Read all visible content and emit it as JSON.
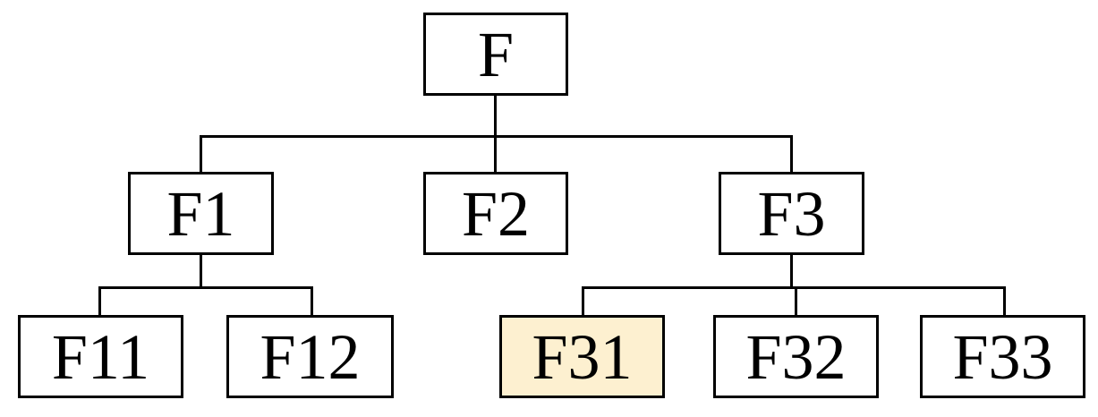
{
  "diagram": {
    "type": "tree",
    "highlight_color": "#fdf0d0",
    "nodes": {
      "root": {
        "label": "F"
      },
      "f1": {
        "label": "F1"
      },
      "f2": {
        "label": "F2"
      },
      "f3": {
        "label": "F3"
      },
      "f11": {
        "label": "F11"
      },
      "f12": {
        "label": "F12"
      },
      "f31": {
        "label": "F31",
        "highlighted": true
      },
      "f32": {
        "label": "F32"
      },
      "f33": {
        "label": "F33"
      }
    },
    "edges": [
      [
        "root",
        "f1"
      ],
      [
        "root",
        "f2"
      ],
      [
        "root",
        "f3"
      ],
      [
        "f1",
        "f11"
      ],
      [
        "f1",
        "f12"
      ],
      [
        "f3",
        "f31"
      ],
      [
        "f3",
        "f32"
      ],
      [
        "f3",
        "f33"
      ]
    ]
  }
}
